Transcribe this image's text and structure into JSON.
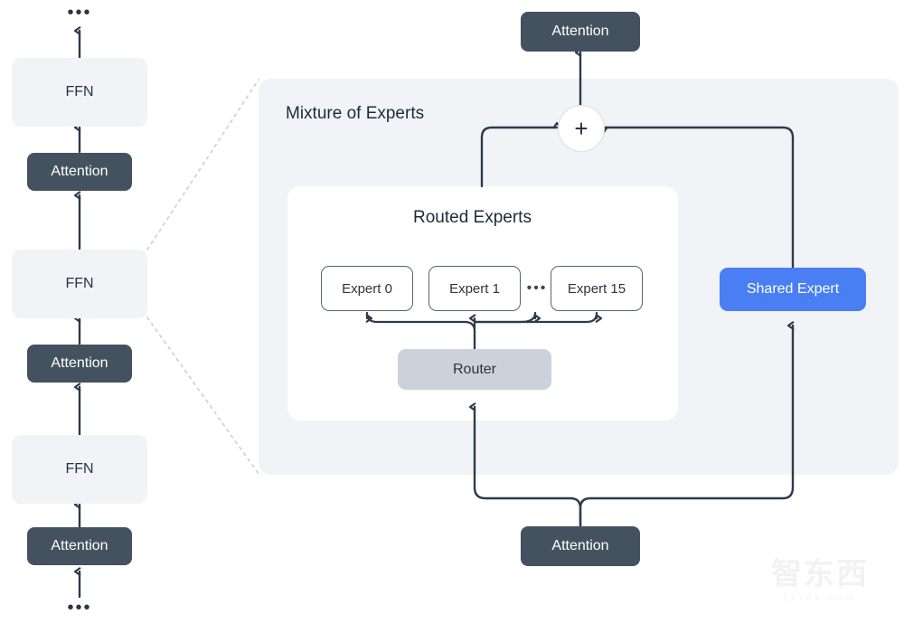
{
  "diagram": {
    "title_moe": "Mixture of Experts",
    "title_routed": "Routed Experts",
    "plus_symbol": "+",
    "ellipsis": "•••",
    "ellipsis_small": "•••"
  },
  "left_stack": {
    "top_ellipsis": "•••",
    "bottom_ellipsis": "•••",
    "blocks": [
      {
        "label": "FFN",
        "type": "ffn"
      },
      {
        "label": "Attention",
        "type": "attention"
      },
      {
        "label": "FFN",
        "type": "ffn"
      },
      {
        "label": "Attention",
        "type": "attention"
      },
      {
        "label": "FFN",
        "type": "ffn"
      },
      {
        "label": "Attention",
        "type": "attention"
      }
    ]
  },
  "moe": {
    "top_attention": "Attention",
    "bottom_attention": "Attention",
    "router": "Router",
    "shared_expert": "Shared Expert",
    "experts": [
      {
        "label": "Expert 0"
      },
      {
        "label": "Expert 1"
      },
      {
        "label": "Expert 15"
      }
    ],
    "expert_gap_ellipsis": "•••"
  },
  "watermark": {
    "main": "智东西",
    "sub": "zhidx.com"
  },
  "colors": {
    "attention": "#44525f",
    "ffn": "#f1f3f7",
    "shared_expert": "#4a7ef3",
    "router": "#ccd2db",
    "panel_moe": "#f1f3f7",
    "panel_routed": "#ffffff",
    "wire": "#2e3b4a",
    "dashed_connector": "#c9cfd9",
    "text_dark": "#1f2a37"
  }
}
